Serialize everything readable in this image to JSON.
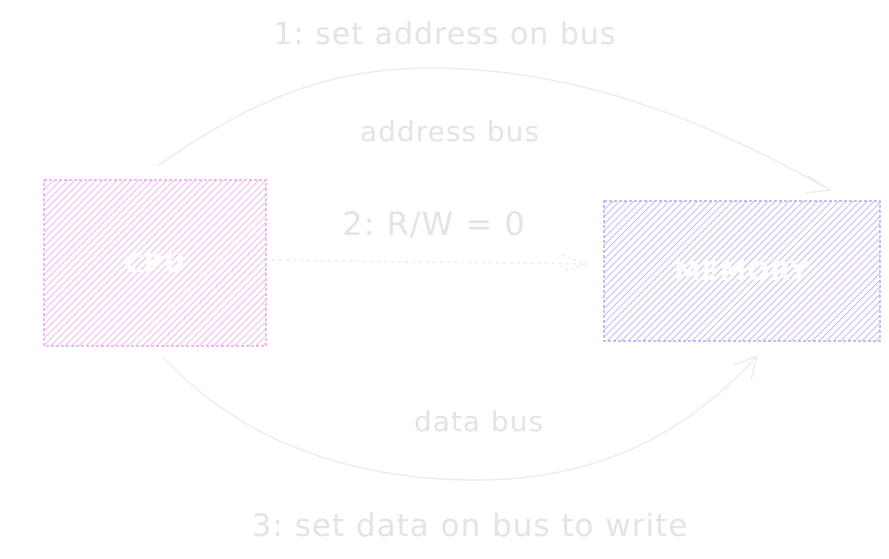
{
  "diagram": {
    "colors": {
      "background": "#ffffff",
      "cpu_fill": "#e9a6f0",
      "memory_fill": "#b9a6f3",
      "arrow_stroke": "#ececec",
      "label_text": "#e4e4e4",
      "box_text": "#ffffff"
    },
    "nodes": {
      "cpu": {
        "label": "CPU"
      },
      "memory": {
        "label": "MEMORY"
      }
    },
    "edges": {
      "address_bus": {
        "label": "address bus",
        "step_label": "1: set address on bus"
      },
      "read_write": {
        "step_label": "2: R/W = 0"
      },
      "data_bus": {
        "label": "data bus",
        "step_label": "3: set data on bus to write"
      }
    }
  }
}
